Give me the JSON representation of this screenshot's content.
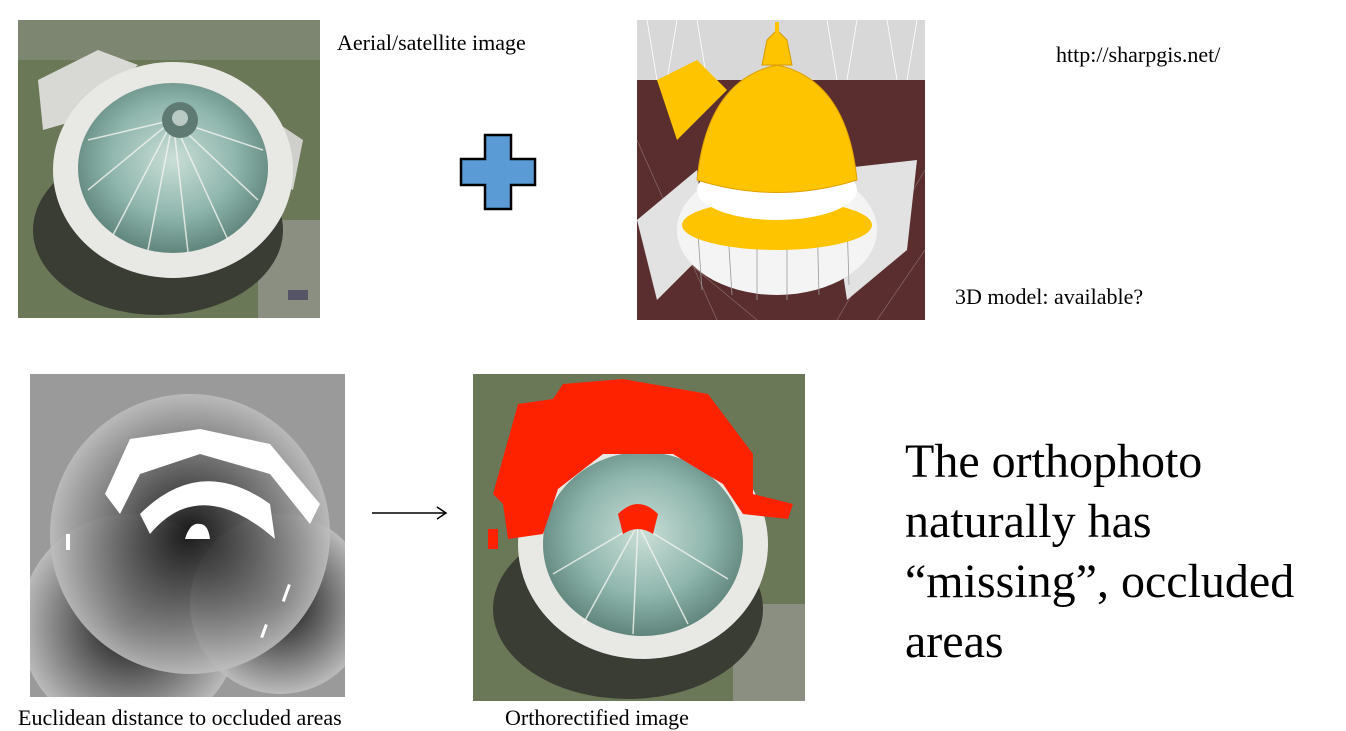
{
  "top": {
    "aerial_caption": "Aerial/satellite image",
    "url": "http://sharpgis.net/",
    "model_caption": "3D model: available?"
  },
  "bottom": {
    "lines": [
      "The orthophoto",
      "naturally has",
      "“missing”, occluded",
      "areas"
    ],
    "left_caption_partial": "Euclidean distance to occluded areas",
    "right_caption_partial": "Orthorectified image"
  },
  "images": {
    "aerial": "aerial-photo-of-domed-building",
    "model": "3d-wireframe-model-of-dome",
    "distance": "distance-transform-map",
    "ortho": "orthophoto-with-red-occlusions"
  },
  "colors": {
    "plus_fill": "#5b9bd5",
    "occlusion_red": "#ff2200",
    "model_yellow": "#ffc400",
    "model_ground": "#5a2e2e"
  }
}
